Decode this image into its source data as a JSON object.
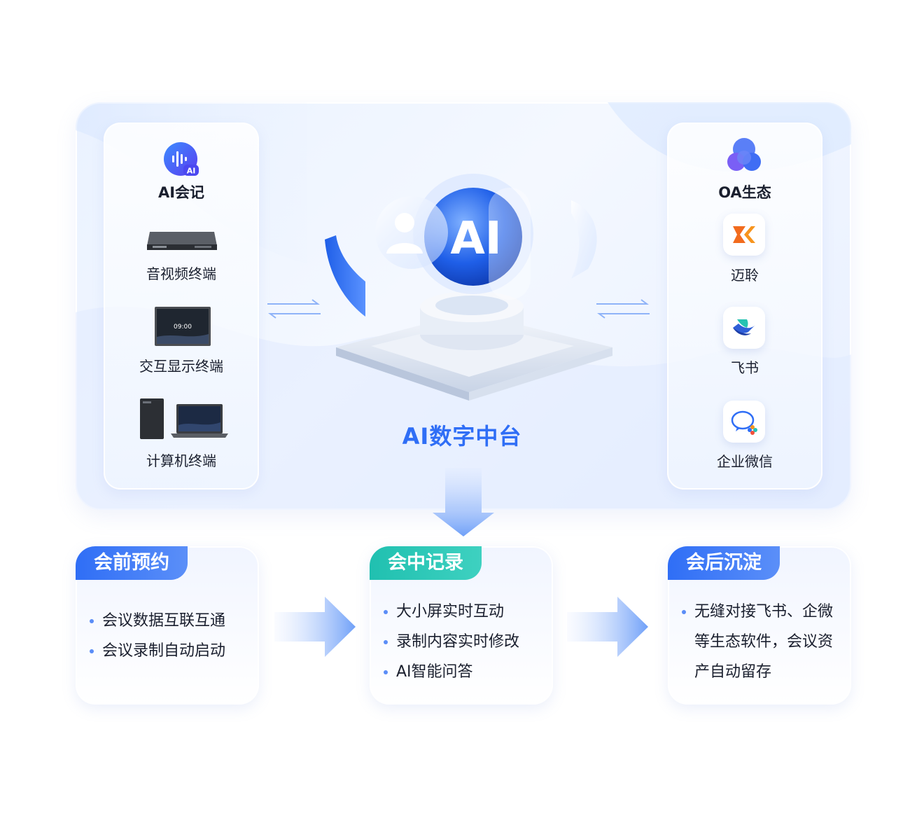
{
  "left_panel": {
    "header": "AI会记",
    "items": [
      "音视频终端",
      "交互显示终端",
      "计算机终端"
    ]
  },
  "right_panel": {
    "header": "OA生态",
    "items": [
      "迈聆",
      "飞书",
      "企业微信"
    ]
  },
  "center": {
    "title": "AI数字中台",
    "badge": "AI",
    "icon_badge": "AI",
    "screen_time": "09:00"
  },
  "stages": [
    {
      "title": "会前预约",
      "color": "#2f6ef6",
      "points": [
        "会议数据互联互通",
        "会议录制自动启动"
      ]
    },
    {
      "title": "会中记录",
      "color": "#20c0b0",
      "points": [
        "大小屏实时互动",
        "录制内容实时修改",
        "AI智能问答"
      ]
    },
    {
      "title": "会后沉淀",
      "color": "#2f6ef6",
      "points": [
        "无缝对接飞书、企微",
        "等生态软件，会议资",
        "产自动留存"
      ]
    }
  ],
  "colors": {
    "accent": "#2f6ef6",
    "teal": "#20c0b0",
    "orange": "#f26b1d"
  }
}
